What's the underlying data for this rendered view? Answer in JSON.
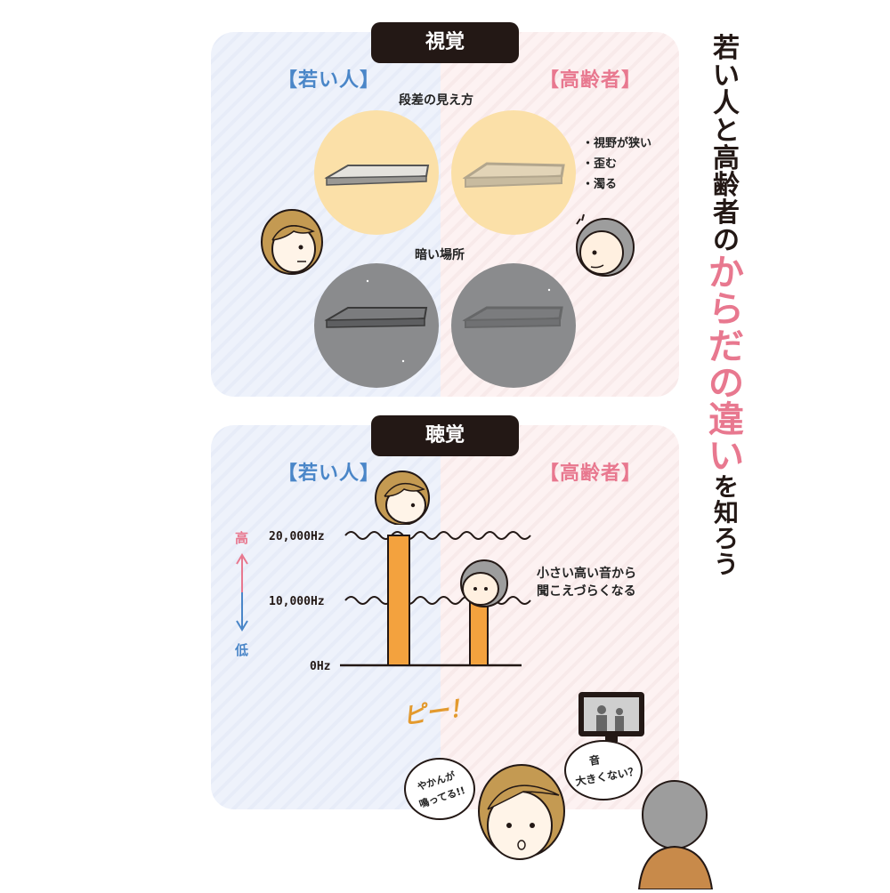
{
  "vision": {
    "title": "視覚",
    "young_label": "【若い人】",
    "old_label": "【高齢者】",
    "step_caption": "段差の見え方",
    "dark_caption": "暗い場所",
    "symptoms": [
      "・視野が狭い",
      "・歪む",
      "・濁る"
    ]
  },
  "hearing": {
    "title": "聴覚",
    "young_label": "【若い人】",
    "old_label": "【高齢者】",
    "high_label": "高",
    "low_label": "低",
    "freq_labels": [
      "20,000Hz",
      "10,000Hz",
      "0Hz"
    ],
    "caption_lines": [
      "小さい高い音から",
      "聞こえづらくなる"
    ],
    "sound_effect": "ピー！",
    "young_speech": [
      "やかんが",
      "鳴ってる!!"
    ],
    "old_speech": [
      "音",
      "大きくない？"
    ],
    "chart_data": {
      "type": "bar",
      "categories": [
        "若い人",
        "高齢者"
      ],
      "values": [
        20000,
        10000
      ],
      "ylim": [
        0,
        20000
      ]
    }
  },
  "side_title": {
    "part1": [
      "若",
      "い",
      "人",
      "と",
      "高",
      "齢",
      "者",
      "の"
    ],
    "part2": [
      "か",
      "ら",
      "だ",
      "の",
      "違",
      "い"
    ],
    "part3": [
      "を",
      "知",
      "ろ",
      "う"
    ]
  },
  "colors": {
    "young": "#4a86c8",
    "old": "#e8788f",
    "tag_bg": "#231815",
    "bar": "#f3a23e",
    "yellow_circle": "#fbe0a8",
    "gray_circle": "#8a8b8d"
  }
}
